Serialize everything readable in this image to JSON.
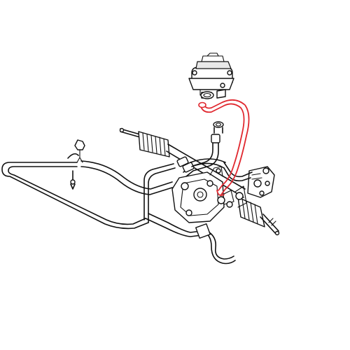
{
  "diagram": {
    "accent_color": "#e0282f",
    "line_color": "#111111",
    "background": "#ffffff",
    "components": [
      "reservoir-icon",
      "feed-hose",
      "return-hose-highlighted",
      "cooling-loop",
      "pressure-line",
      "steering-rack",
      "steering-gear",
      "hose-clamp",
      "mounting-nut"
    ]
  }
}
